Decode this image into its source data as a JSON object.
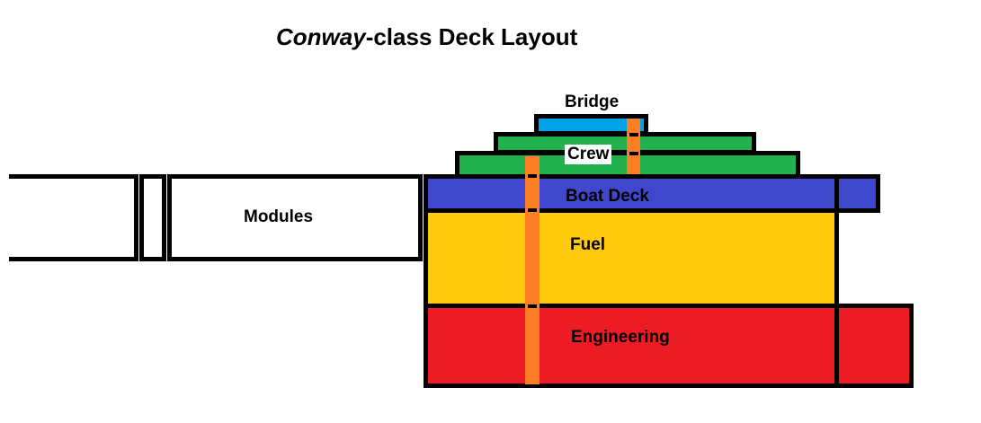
{
  "title": {
    "italic": "Conway",
    "rest": "-class Deck Layout"
  },
  "labels": {
    "bridge": "Bridge",
    "crew": "Crew",
    "boat_deck": "Boat Deck",
    "fuel": "Fuel",
    "engineering": "Engineering",
    "modules": "Modules"
  },
  "colors": {
    "bridge": "#00a2e8",
    "crew": "#22b14c",
    "boat_deck": "#3f48cc",
    "fuel": "#ffc90e",
    "engineering": "#ed1c24",
    "shaft": "#ff7f27"
  }
}
